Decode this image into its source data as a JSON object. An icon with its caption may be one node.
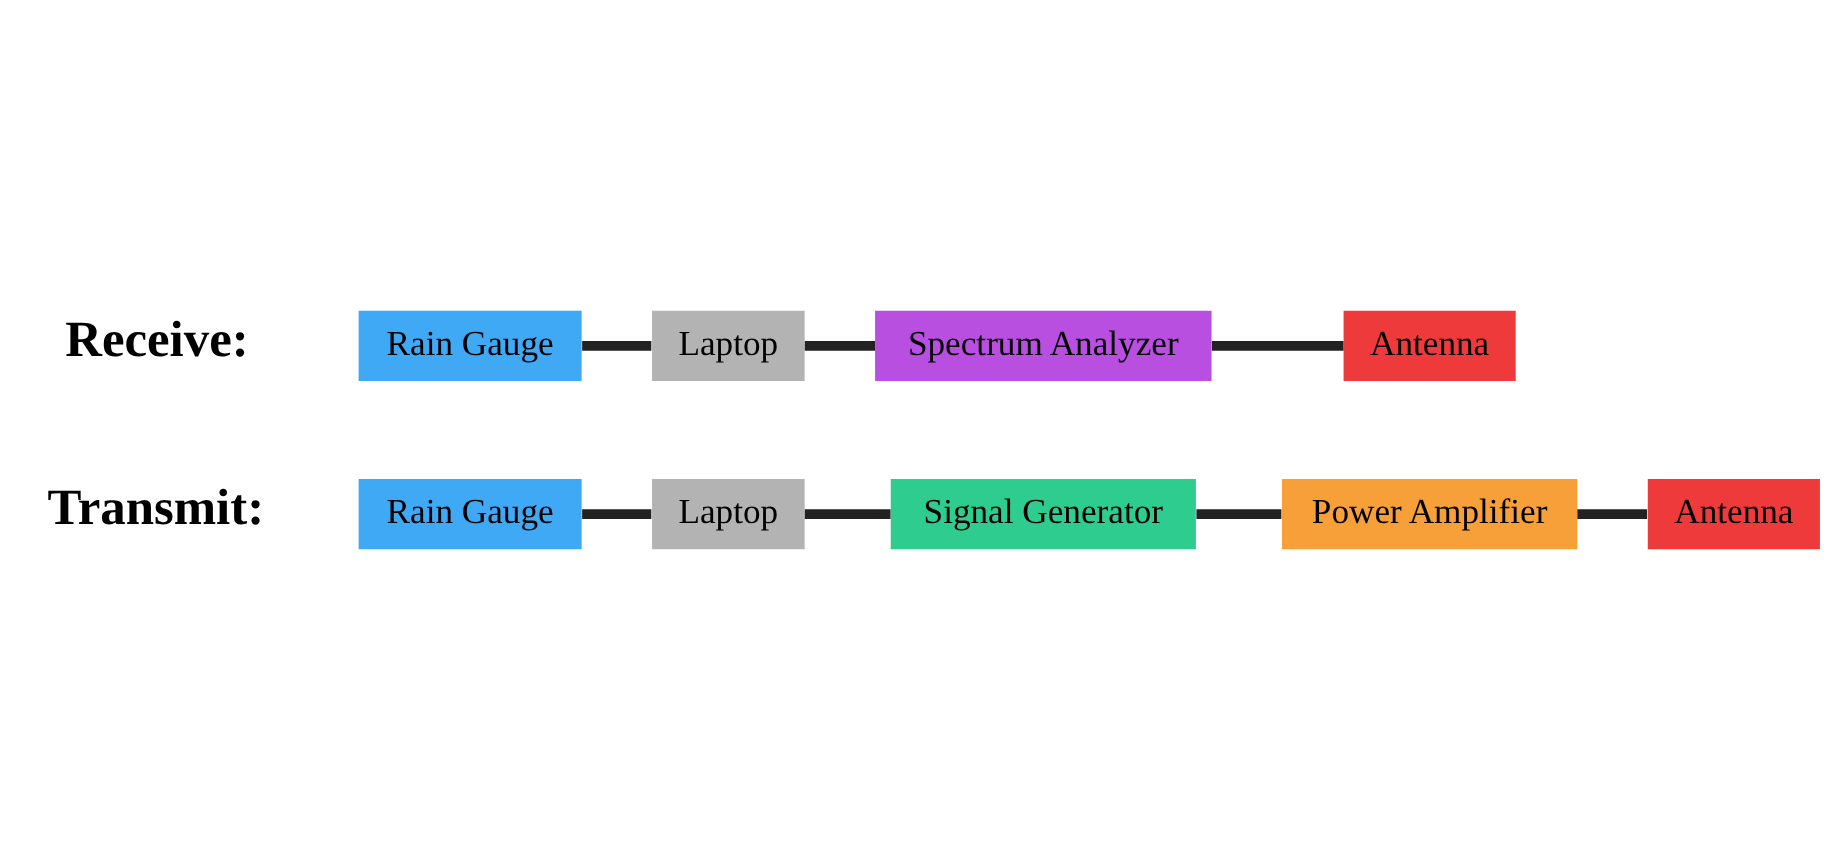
{
  "diagram": {
    "nodes": [
      {
        "text": [
          "Rain Gauge"
        ]
      },
      {
        "text": [
          "Laptop"
        ]
      },
      {
        "text": [
          "Signal Generator"
        ]
      },
      {
        "text": [
          "Power Amplifier"
        ]
      },
      {
        "text": [
          "Antenna"
        ]
      },
      {
        "text": [
          "Rain Gauge"
        ]
      },
      {
        "text": [
          "Laptop"
        ]
      },
      {
        "text": [
          "Spectrum Analyzer"
        ]
      },
      {
        "text": [
          "Antenna"
        ]
      }
    ],
    "edges": [
      {
        "from": 0,
        "to": 1,
        "arrow": "none"
      },
      {
        "from": 1,
        "to": 2,
        "arrow": "none"
      },
      {
        "from": 2,
        "to": 3,
        "arrow": "none"
      },
      {
        "from": 3,
        "to": 4,
        "arrow": "none"
      },
      {
        "from": 5,
        "to": 6,
        "arrow": "none"
      },
      {
        "from": 6,
        "to": 7,
        "arrow": "none"
      },
      {
        "from": 7,
        "to": 8,
        "arrow": "none"
      }
    ],
    "labels": [
      "Transmit:",
      "Receive:"
    ]
  }
}
